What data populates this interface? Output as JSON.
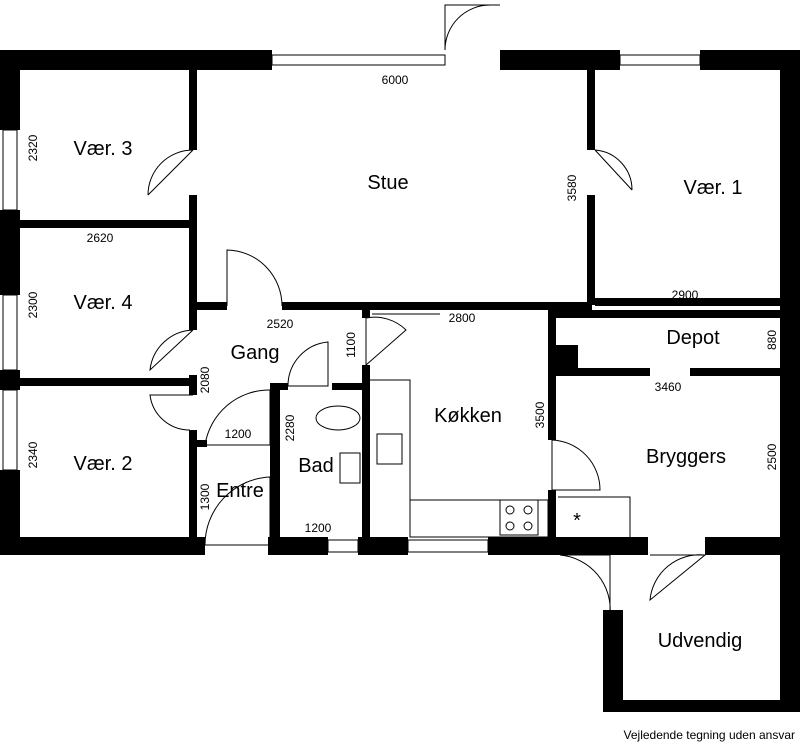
{
  "rooms": {
    "vaer3": "Vær. 3",
    "stue": "Stue",
    "vaer1": "Vær. 1",
    "vaer4": "Vær. 4",
    "gang": "Gang",
    "depot": "Depot",
    "koekken": "Køkken",
    "vaer2": "Vær. 2",
    "bad": "Bad",
    "bryggers": "Bryggers",
    "entre": "Entre",
    "udvendig": "Udvendig"
  },
  "dimensions": {
    "stue_width": "6000",
    "vaer3_height": "2320",
    "stue_height": "3580",
    "vaer3_width": "2620",
    "vaer1_width": "2900",
    "vaer4_height": "2300",
    "gang_width": "2520",
    "gang_height_upper": "1100",
    "koekken_width": "2800",
    "depot_height": "880",
    "gang_height": "2080",
    "bryggers_width": "3460",
    "koekken_height": "3500",
    "bad_height": "2280",
    "entre_width": "1200",
    "vaer2_height": "2340",
    "bryggers_height": "2500",
    "entre_height": "1300",
    "bad_width": "1200"
  },
  "symbols": {
    "bryggers_mark": "*"
  },
  "note": "Vejledende tegning uden ansvar"
}
